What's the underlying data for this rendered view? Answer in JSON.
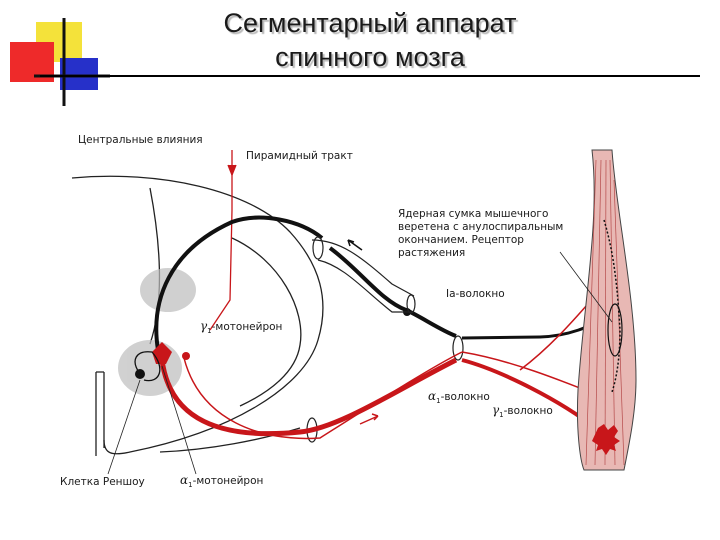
{
  "title": {
    "line1": "Сегментарный аппарат",
    "line2": "спинного мозга"
  },
  "colors": {
    "logo_yellow": "#f4e23a",
    "logo_red": "#ee2a2a",
    "logo_blue": "#2630c9",
    "nerve_red": "#c8161a",
    "nerve_black": "#111111",
    "muscle_fill": "#e8b8b4"
  },
  "labels": {
    "central_influences": "Центральные влияния",
    "pyramidal_tract": "Пирамидный тракт",
    "nuclear_bag": "Ядерная сумка мышечного веретена с анулоспиральным окончанием. Рецептор растяжения",
    "ia_fiber": "Ia-волокно",
    "gamma1_motoneuron": {
      "sym": "γ",
      "sub": "1",
      "text": "-мотонейрон"
    },
    "alpha1_fiber": {
      "sym": "α",
      "sub": "1",
      "text": "-волокно"
    },
    "gamma1_fiber": {
      "sym": "γ",
      "sub": "1",
      "text": "-волокно"
    },
    "renshaw_cell": "Клетка Реншоу",
    "alpha1_motoneuron": {
      "sym": "α",
      "sub": "1",
      "text": "-мотонейрон"
    }
  }
}
